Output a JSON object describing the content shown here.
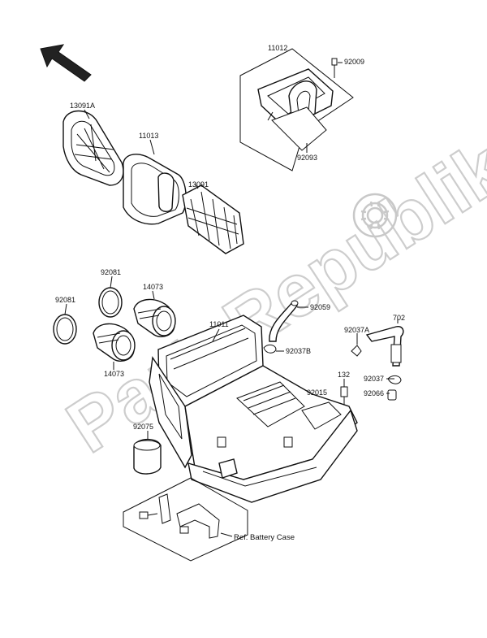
{
  "watermark": {
    "text": "PartsRepublik",
    "icon": "gear-icon"
  },
  "direction_arrow": {
    "icon": "arrow-up-left-icon"
  },
  "parts": [
    {
      "id": "part-11012",
      "number": "11012"
    },
    {
      "id": "part-92009",
      "number": "92009"
    },
    {
      "id": "part-92093",
      "number": "92093"
    },
    {
      "id": "part-13091A",
      "number": "13091A"
    },
    {
      "id": "part-11013",
      "number": "11013"
    },
    {
      "id": "part-13091",
      "number": "13091"
    },
    {
      "id": "part-92081-a",
      "number": "92081"
    },
    {
      "id": "part-92081-b",
      "number": "92081"
    },
    {
      "id": "part-14073-a",
      "number": "14073"
    },
    {
      "id": "part-14073-b",
      "number": "14073"
    },
    {
      "id": "part-92059",
      "number": "92059"
    },
    {
      "id": "part-11011",
      "number": "11011"
    },
    {
      "id": "part-702",
      "number": "702"
    },
    {
      "id": "part-92037A",
      "number": "92037A"
    },
    {
      "id": "part-92037B",
      "number": "92037B"
    },
    {
      "id": "part-132",
      "number": "132"
    },
    {
      "id": "part-92015",
      "number": "92015"
    },
    {
      "id": "part-92037",
      "number": "92037"
    },
    {
      "id": "part-92066",
      "number": "92066"
    },
    {
      "id": "part-92075",
      "number": "92075"
    }
  ],
  "reference_note": "Ref. Battery Case"
}
